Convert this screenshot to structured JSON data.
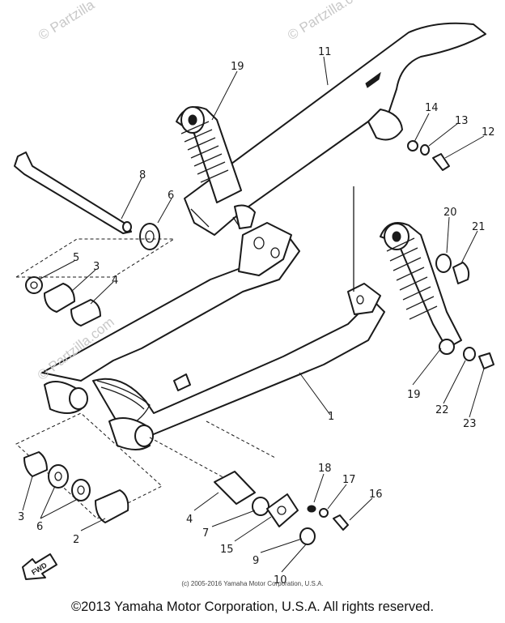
{
  "watermark": {
    "top_left": "© Partzilla",
    "top_right": "© Partzilla.c",
    "diagonal": "© Partzilla.com",
    "lower": "© Partzilla"
  },
  "parts": {
    "p1": "1",
    "p2": "2",
    "p3a": "3",
    "p3b": "3",
    "p4a": "4",
    "p4b": "4",
    "p5": "5",
    "p6a": "6",
    "p6b": "6",
    "p7": "7",
    "p8": "8",
    "p9": "9",
    "p10": "10",
    "p11": "11",
    "p12": "12",
    "p13": "13",
    "p14": "14",
    "p15": "15",
    "p16": "16",
    "p17": "17",
    "p18": "18",
    "p19a": "19",
    "p19b": "19",
    "p20": "20",
    "p21": "21",
    "p22": "22",
    "p23": "23"
  },
  "fwd_label": "FWD",
  "small_copyright": "(c) 2005-2016 Yamaha Motor Corporation, U.S.A.",
  "copyright": "©2013 Yamaha Motor Corporation, U.S.A. All rights reserved."
}
